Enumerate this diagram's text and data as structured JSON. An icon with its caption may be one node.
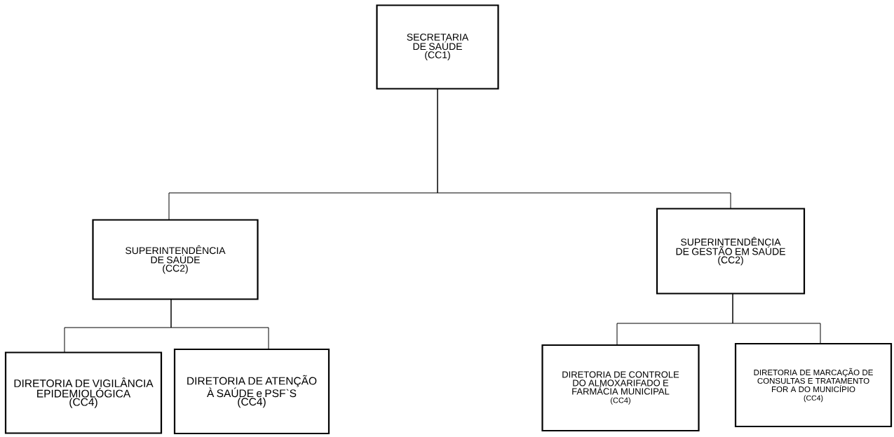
{
  "diagram": {
    "nodes": [
      {
        "text": [
          "SECRETARIA DE SAÚDE",
          "(CC1)"
        ]
      },
      {
        "text": [
          "SUPERINTENDÊNCIA DE SAÚDE",
          "(CC2)"
        ]
      },
      {
        "text": [
          "SUPERINTENDÊNCIA DE GESTÃO EM SAÚDE",
          "(CC2)"
        ]
      },
      {
        "text": [
          "DIRETORIA DE VIGILÂNCIA EPIDEMIOLÓGICA",
          "(CC4)"
        ]
      },
      {
        "text": [
          "DIRETORIA DE ATENÇÃO À SAÚDE e PSF`S",
          "(CC4)"
        ]
      },
      {
        "text": [
          "DIRETORIA DE CONTROLE DO ALMOXARIFADO E FARMÁCIA MUNICIPAL",
          "(CC4)"
        ]
      },
      {
        "text": [
          "DIRETORIA DE MARCAÇÃO DE CONSULTAS E TRATAMENTO FOR A DO MUNICÍPIO",
          "(CC4)"
        ]
      }
    ],
    "edges": [
      {
        "from": 0,
        "to": 1,
        "arrow": "none"
      },
      {
        "from": 0,
        "to": 2,
        "arrow": "none"
      },
      {
        "from": 1,
        "to": 3,
        "arrow": "none"
      },
      {
        "from": 1,
        "to": 4,
        "arrow": "none"
      },
      {
        "from": 2,
        "to": 5,
        "arrow": "none"
      },
      {
        "from": 2,
        "to": 6,
        "arrow": "none"
      }
    ]
  }
}
